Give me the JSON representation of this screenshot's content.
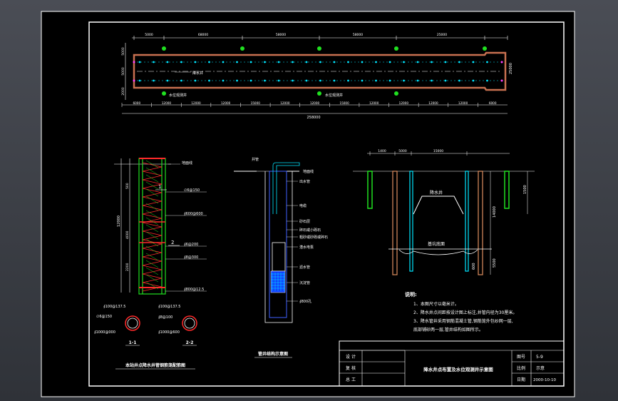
{
  "plan": {
    "dims_top": [
      "5000",
      "68000",
      "58000",
      "58000",
      "25000"
    ],
    "dims_bottom": [
      "6000",
      "12000",
      "12000",
      "12000",
      "15000",
      "12000",
      "12000",
      "15000",
      "12000",
      "12000",
      "12000",
      "12000",
      "6000"
    ],
    "total_length": "258000",
    "left_dims": [
      "5000",
      "5000",
      "2000"
    ],
    "right_dim": "25000",
    "label_well": "降水井",
    "label_obs": "水位观测井",
    "label_obs2": "水位观测井"
  },
  "pipe_section": {
    "ground_label": "地面线",
    "dims_left": [
      "500",
      "4000",
      "2200"
    ],
    "mark1": "1",
    "mark2": "2",
    "callouts": [
      "∅6@150",
      "∮600@600",
      "∮6@200",
      "∮8@300",
      "∮800@12.5"
    ],
    "total": "12000",
    "caption": "本站井点降水井管钢筋笼配筋图"
  },
  "cross_sections": {
    "s1_labels": [
      "∮100@137.5",
      "∅6@150",
      "∮1000@000"
    ],
    "s2_labels": [
      "∮100@137.5",
      "∮8@100",
      "∮1000@600"
    ],
    "s1_title": "1-1",
    "s2_title": "2-2"
  },
  "well_structure": {
    "top_label": "井管",
    "labels": [
      "出水管",
      "电缆",
      "砂石层",
      "碎石或小砾石",
      "粗砂或砂砾或碎石",
      "潜水电泵",
      "滤水管",
      "沉淀管",
      "∮800孔"
    ],
    "ground": "地面线",
    "caption": "管井结构示意图"
  },
  "profile": {
    "dims_top": [
      "1400",
      "5000",
      "15000"
    ],
    "label_mid": "降水井",
    "label_bottom": "基坑底面",
    "dim_right1": "1500",
    "dim_right2": "14000",
    "dim_right3": "600",
    "dim_right4": "5500"
  },
  "notes": {
    "title": "说明:",
    "items": [
      "1、本图尺寸以毫米计。",
      "2、降水井点间距按设计图上标注,井管内径为30厘米。",
      "3、降水管井采用钢筋混凝土管,钢筋笼外包纱网一层,",
      "   底部铺砂两一层,管井结构如图所示。"
    ]
  },
  "title_block": {
    "design_label": "设 计",
    "review_label": "复 核",
    "eng_label": "总 工",
    "title": "降水井点布置及水位观测井示意图",
    "drawing_no_label": "图号",
    "drawing_no": "5-9",
    "scale_label": "比例",
    "scale": "示意",
    "date_label": "日期",
    "date": "2000-10-10"
  },
  "colors": {
    "white": "#ffffff",
    "cyan": "#00e5ff",
    "green": "#20e020",
    "brown": "#c87050",
    "red": "#ff2a2a",
    "magenta": "#ff40ff",
    "blue": "#4060ff",
    "orange": "#e09060"
  }
}
